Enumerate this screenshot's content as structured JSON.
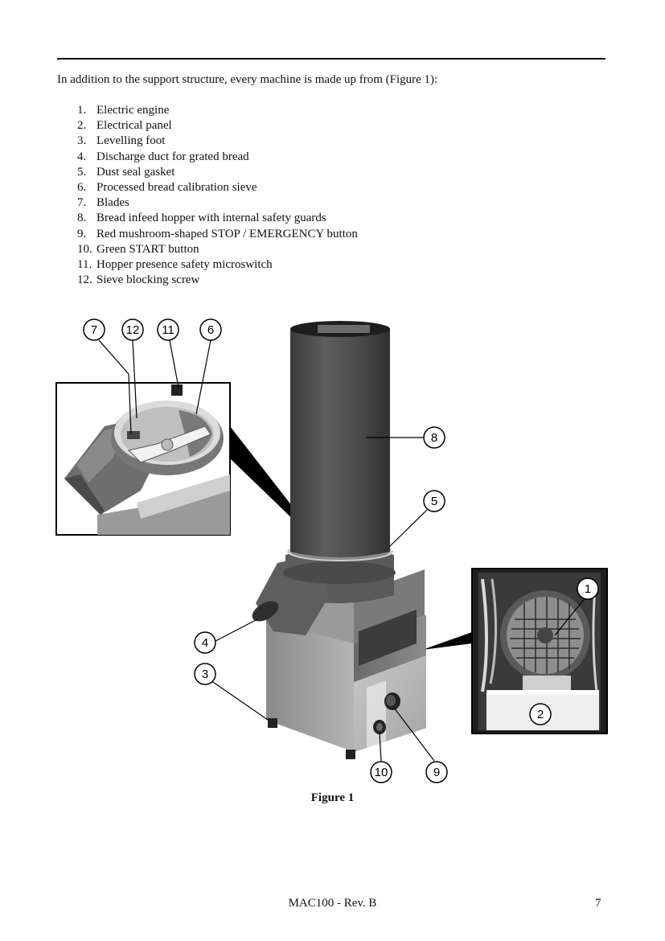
{
  "intro": "In addition to the support structure, every machine is made up from (Figure 1):",
  "parts": [
    {
      "num": "1.",
      "label": "Electric engine"
    },
    {
      "num": "2.",
      "label": "Electrical panel"
    },
    {
      "num": "3.",
      "label": "Levelling foot"
    },
    {
      "num": "4.",
      "label": "Discharge duct for grated bread"
    },
    {
      "num": "5.",
      "label": "Dust seal gasket"
    },
    {
      "num": "6.",
      "label": "Processed bread calibration sieve"
    },
    {
      "num": "7.",
      "label": "Blades"
    },
    {
      "num": "8.",
      "label": "Bread infeed hopper with internal safety guards"
    },
    {
      "num": "9.",
      "label": "Red mushroom-shaped STOP / EMERGENCY button"
    },
    {
      "num": "10.",
      "label": "Green START button"
    },
    {
      "num": "11.",
      "label": "Hopper presence safety microswitch"
    },
    {
      "num": "12.",
      "label": "Sieve blocking screw"
    }
  ],
  "callouts": {
    "c1": "1",
    "c2": "2",
    "c3": "3",
    "c4": "4",
    "c5": "5",
    "c6": "6",
    "c7": "7",
    "c8": "8",
    "c9": "9",
    "c10": "10",
    "c11": "11",
    "c12": "12"
  },
  "figure_caption": "Figure 1",
  "footer": "MAC100 - Rev. B",
  "page_number": "7"
}
